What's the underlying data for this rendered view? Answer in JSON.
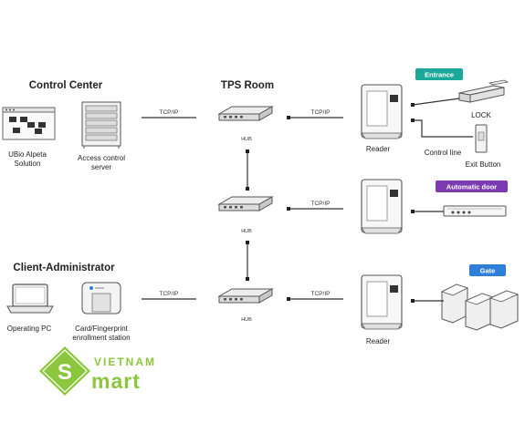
{
  "headings": {
    "control_center": "Control Center",
    "tps_room": "TPS Room",
    "client_admin": "Client-Administrator"
  },
  "devices": {
    "ubio_line1": "UBio Alpeta",
    "ubio_line2": "Solution",
    "server_line1": "Access control",
    "server_line2": "server",
    "pc": "Operating PC",
    "enroll_line1": "Card/Fingerprint",
    "enroll_line2": "enrollment station",
    "reader": "Reader",
    "hub": "HUB",
    "lock": "LOCK",
    "exit_button": "Exit Button",
    "control_line": "Control line"
  },
  "links": {
    "tcp": "TCP/IP"
  },
  "badges": {
    "entrance": "Entrance",
    "auto_door": "Automatic door",
    "gate": "Gate"
  },
  "logo": {
    "top": "VIETNAM",
    "bottom": "mart",
    "mark": "S"
  },
  "colors": {
    "entrance": "#1aa89a",
    "auto_door": "#7c3bb0",
    "gate": "#2f7ed8",
    "logo_green": "#8cc63e"
  }
}
